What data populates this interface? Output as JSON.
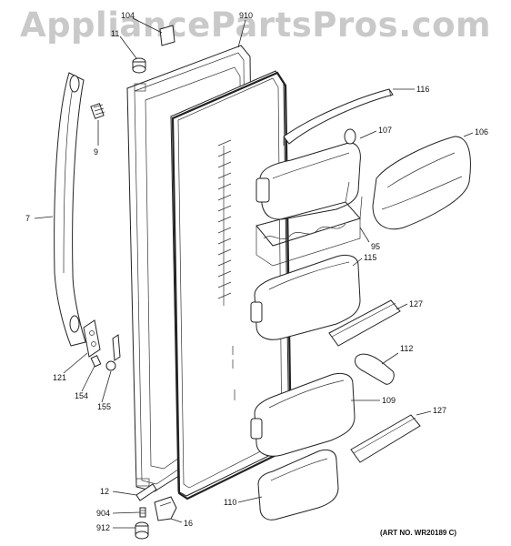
{
  "watermark": "AppliancePartsPros.com",
  "art_number": "(ART NO. WR20189 C)",
  "callouts": [
    {
      "id": "104",
      "label": "104"
    },
    {
      "id": "11",
      "label": "11"
    },
    {
      "id": "910",
      "label": "910"
    },
    {
      "id": "9",
      "label": "9"
    },
    {
      "id": "7",
      "label": "7"
    },
    {
      "id": "116",
      "label": "116"
    },
    {
      "id": "107",
      "label": "107"
    },
    {
      "id": "106",
      "label": "106"
    },
    {
      "id": "95",
      "label": "95"
    },
    {
      "id": "115",
      "label": "115"
    },
    {
      "id": "127a",
      "label": "127"
    },
    {
      "id": "112",
      "label": "112"
    },
    {
      "id": "121",
      "label": "121"
    },
    {
      "id": "154",
      "label": "154"
    },
    {
      "id": "155",
      "label": "155"
    },
    {
      "id": "109",
      "label": "109"
    },
    {
      "id": "127b",
      "label": "127"
    },
    {
      "id": "12",
      "label": "12"
    },
    {
      "id": "904",
      "label": "904"
    },
    {
      "id": "16",
      "label": "16"
    },
    {
      "id": "110",
      "label": "110"
    },
    {
      "id": "912",
      "label": "912"
    }
  ]
}
